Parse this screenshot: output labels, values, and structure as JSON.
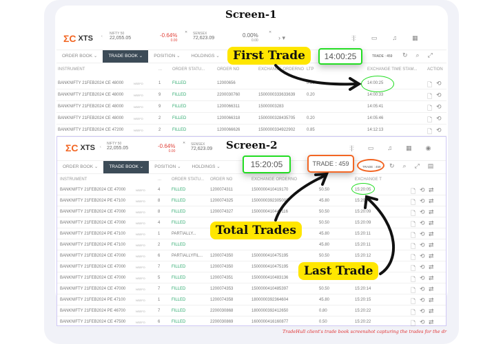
{
  "screen1": {
    "title": "Screen-1",
    "logo": "XTS",
    "ticker": [
      {
        "name": "NIFTY 50",
        "value": "22,055.05",
        "pct": "-0.64%",
        "chg": "0.00"
      },
      {
        "name": "SENSEX",
        "value": "72,623.09",
        "pct": "0.00%",
        "chg": "0.00"
      }
    ],
    "tabs": [
      "ORDER BOOK ⌄",
      "TRADE BOOK ⌄",
      "POSITION ⌄",
      "HOLDINGS ⌄"
    ],
    "trade_count": "TRADE : 459",
    "columns": [
      "INSTRUMENT",
      "...",
      "ORDER STATU...",
      "ORDER NO",
      "EXCHANGE ORDERNO",
      "LTP",
      "EXCHANGE TIME STAM...",
      "ACTION"
    ],
    "rows": [
      [
        "BANKNIFTY 21FEB2024 CE 48000",
        "NSEFO",
        "1",
        "FILLED",
        "12000656",
        "",
        "0.20",
        "14:00:25"
      ],
      [
        "BANKNIFTY 21FEB2024 CE 48000",
        "NSEFO",
        "9",
        "FILLED",
        "2200030760",
        "1500000333633639",
        "0.20",
        "14:00:33"
      ],
      [
        "BANKNIFTY 21FEB2024 CE 48000",
        "NSEFO",
        "9",
        "FILLED",
        "1200066311",
        "15000003283",
        "",
        "14:05:41"
      ],
      [
        "BANKNIFTY 21FEB2024 CE 48000",
        "NSEFO",
        "2",
        "FILLED",
        "1200066318",
        "1500000328435705",
        "0.20",
        "14:05:46"
      ],
      [
        "BANKNIFTY 21FEB2024 CE 47200",
        "NSEFO",
        "2",
        "FILLED",
        "1200066626",
        "1500000334922902",
        "0.85",
        "14:12:13"
      ]
    ],
    "callout": "First Trade",
    "highlight_time": "14:00:25"
  },
  "screen2": {
    "title": "Screen-2",
    "logo": "XTS",
    "ticker": [
      {
        "name": "NIFTY 50",
        "value": "22,055.05",
        "pct": "-0.64%",
        "chg": "0.00"
      },
      {
        "name": "SENSEX",
        "value": "72,623.09"
      }
    ],
    "tabs": [
      "ORDER BOOK ⌄",
      "TRADE BOOK ⌄",
      "POSITION ⌄",
      "HOLDINGS ⌄"
    ],
    "trade_count": "TRADE : 459",
    "trade_count_zoom": "TRADE : 459",
    "columns": [
      "INSTRUMENT",
      "...",
      "ORDER STATU...",
      "ORDER NO",
      "EXCHANGE ORDERNO",
      "LTP",
      "EXCHANGE T"
    ],
    "rows": [
      [
        "BANKNIFTY 21FEB2024 CE 47000",
        "NSEFO",
        "4",
        "FILLED",
        "1200074311",
        "1500000410419170",
        "50.50",
        "15:20:05"
      ],
      [
        "BANKNIFTY 21FEB2024 PE 47100",
        "NSEFO",
        "8",
        "FILLED",
        "1200074325",
        "1500000392305003",
        "45.80",
        "15:20:07"
      ],
      [
        "BANKNIFTY 21FEB2024 CE 47000",
        "NSEFO",
        "8",
        "FILLED",
        "1200074327",
        "1500000410447116",
        "50.50",
        "15:20:09"
      ],
      [
        "BANKNIFTY 21FEB2024 CE 47000",
        "NSEFO",
        "4",
        "FILLED",
        "",
        "",
        "50.50",
        "15:20:09"
      ],
      [
        "BANKNIFTY 21FEB2024 PE 47100",
        "NSEFO",
        "1",
        "PARTIALLY...",
        "",
        "",
        "45.80",
        "15:20:11"
      ],
      [
        "BANKNIFTY 21FEB2024 PE 47100",
        "NSEFO",
        "2",
        "FILLED",
        "",
        "",
        "45.80",
        "15:20:11"
      ],
      [
        "BANKNIFTY 21FEB2024 CE 47000",
        "NSEFO",
        "6",
        "PARTIALLYFIL...",
        "1200074350",
        "1500000410475195",
        "50.50",
        "15:20:12"
      ],
      [
        "BANKNIFTY 21FEB2024 CE 47000",
        "NSEFO",
        "7",
        "FILLED",
        "1200074350",
        "1500000410475195",
        "",
        ""
      ],
      [
        "BANKNIFTY 21FEB2024 CE 47000",
        "NSEFO",
        "5",
        "FILLED",
        "1200074351",
        "1500000410483136",
        "",
        ""
      ],
      [
        "BANKNIFTY 21FEB2024 CE 47000",
        "NSEFO",
        "7",
        "FILLED",
        "1200074353",
        "1500000410485397",
        "50.50",
        "15:20:14"
      ],
      [
        "BANKNIFTY 21FEB2024 PE 47100",
        "NSEFO",
        "1",
        "FILLED",
        "1200074358",
        "1800000392364604",
        "45.80",
        "15:20:15"
      ],
      [
        "BANKNIFTY 21FEB2024 PE 46700",
        "NSEFO",
        "7",
        "FILLED",
        "2200030868",
        "1800000392412650",
        "0.80",
        "15:20:22"
      ],
      [
        "BANKNIFTY 21FEB2024 CE 47500",
        "NSEFO",
        "6",
        "FILLED",
        "2200030869",
        "1600000416160877",
        "0.50",
        "15:20:22"
      ]
    ],
    "callout_total": "Total Trades",
    "callout_last": "Last Trade",
    "highlight_time": "15:20:05"
  },
  "caption": "TradeHull client's trade book screenshot capturing the trades for the dr"
}
